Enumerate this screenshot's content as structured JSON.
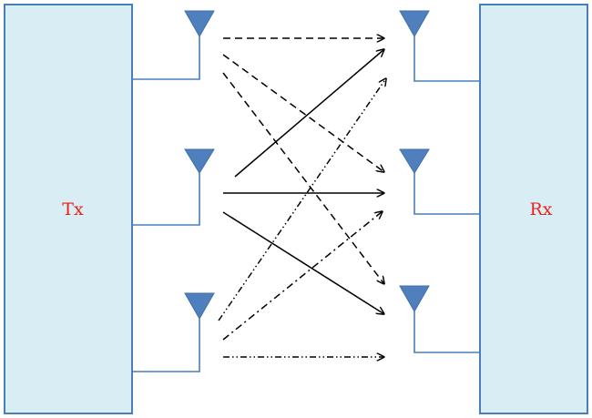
{
  "colors": {
    "block_fill": "#d9edf4",
    "block_stroke": "#4a7fb5",
    "antenna": "#4f80bd",
    "label": "#e8231e",
    "arrow": "#000000"
  },
  "transmitter": {
    "label": "Tx",
    "antenna_count": 3
  },
  "receiver": {
    "label": "Rx",
    "antenna_count": 3
  },
  "paths": [
    {
      "from": 1,
      "to": 1,
      "style": "dashed"
    },
    {
      "from": 1,
      "to": 2,
      "style": "dashed"
    },
    {
      "from": 1,
      "to": 3,
      "style": "dashed"
    },
    {
      "from": 2,
      "to": 1,
      "style": "solid"
    },
    {
      "from": 2,
      "to": 2,
      "style": "solid"
    },
    {
      "from": 2,
      "to": 3,
      "style": "solid"
    },
    {
      "from": 3,
      "to": 1,
      "style": "dash-dot-dot"
    },
    {
      "from": 3,
      "to": 2,
      "style": "dash-dot"
    },
    {
      "from": 3,
      "to": 3,
      "style": "dash-dot-dot"
    }
  ]
}
